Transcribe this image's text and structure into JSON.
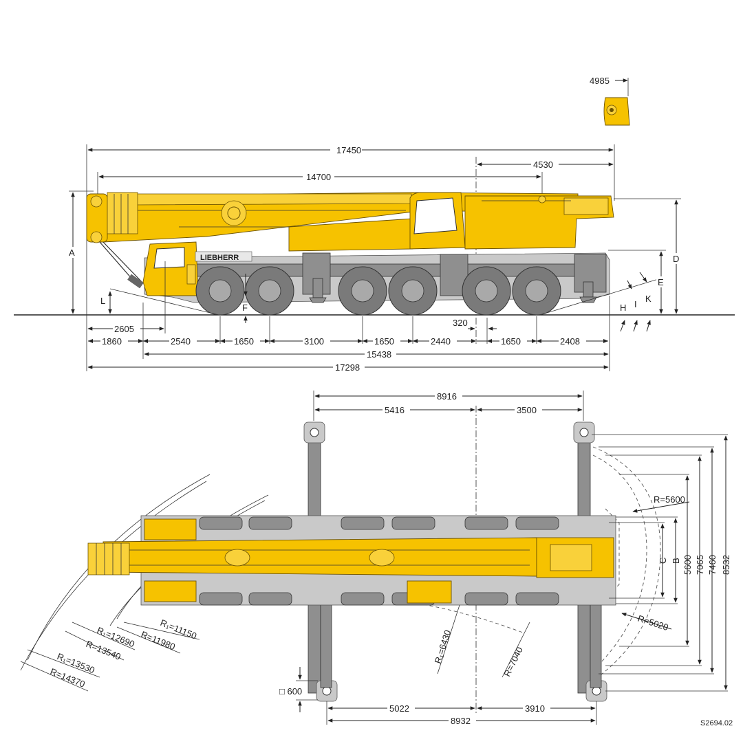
{
  "drawing_code": "S2694.02",
  "side_view": {
    "brand": "LIEBHERR",
    "overall_top": "17450",
    "boom_length": "14700",
    "rear_overhang": "4530",
    "tail_width": "4985",
    "dim_2605": "2605",
    "dim_320": "320",
    "axle_spacing": [
      "1860",
      "2540",
      "1650",
      "3100",
      "1650",
      "2440",
      "1650",
      "2408"
    ],
    "chassis_length": "15438",
    "overall_bottom": "17298",
    "letters": {
      "A": "A",
      "D": "D",
      "E": "E",
      "F": "F",
      "L": "L",
      "H": "H",
      "I": "I",
      "K": "K"
    }
  },
  "plan_view": {
    "outrigger_span": "8916",
    "front_to_center": "5416",
    "center_to_rear": "3500",
    "width_dims": [
      "5600",
      "7065",
      "7460",
      "8532"
    ],
    "letters": {
      "B": "B",
      "C": "C"
    },
    "radius_5600": "R=5600",
    "radius_5020": "R=5020",
    "radius_6430": "R₁=6430",
    "radius_7040": "R=7040",
    "radii_front": [
      "R₁=11150",
      "R=11980",
      "R₁=12690",
      "R=13540",
      "R₁=13530",
      "R=14370"
    ],
    "pad_size": "□ 600",
    "bottom_front": "5022",
    "bottom_rear": "3910",
    "bottom_total": "8932"
  }
}
